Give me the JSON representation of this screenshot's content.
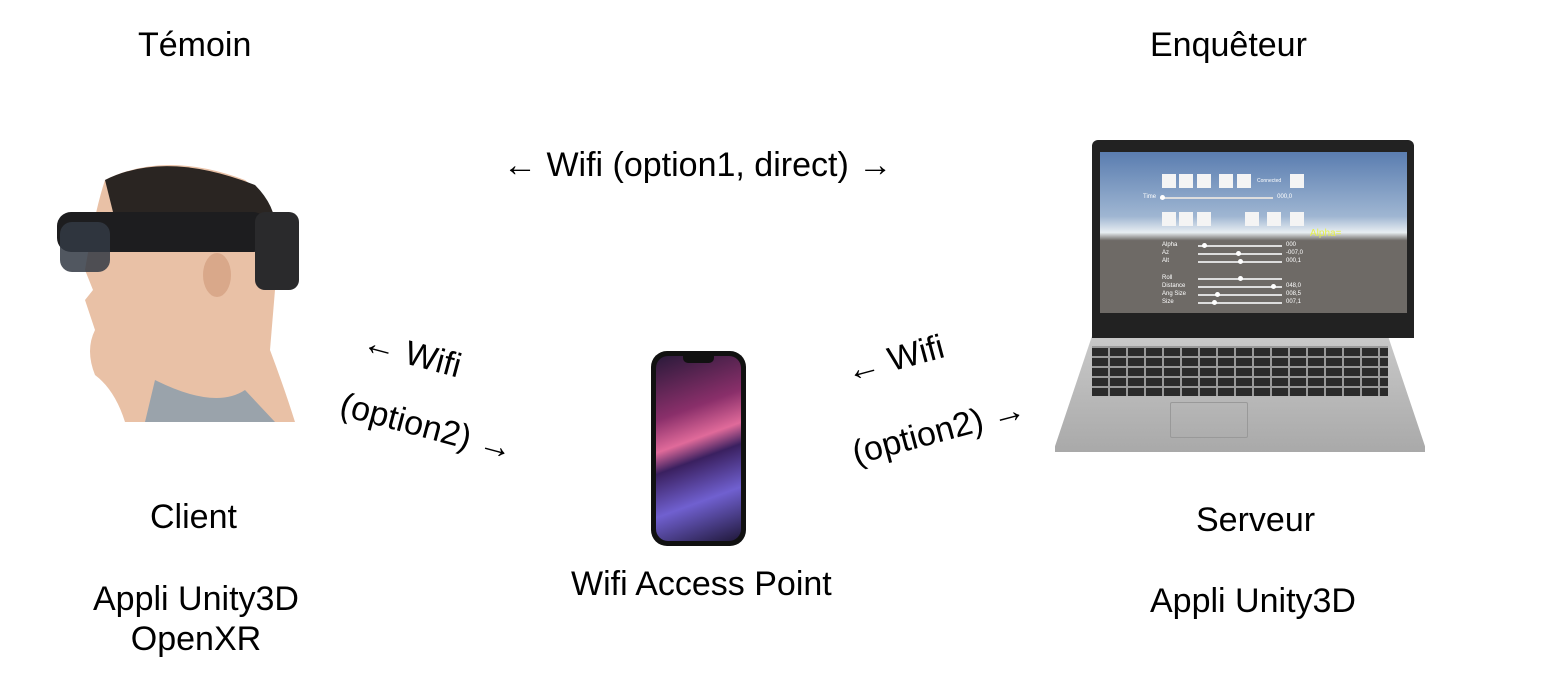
{
  "left": {
    "role": "Témoin",
    "label": "Client",
    "app_line1": "Appli Unity3D",
    "app_line2": "OpenXR"
  },
  "right": {
    "role": "Enquêteur",
    "label": "Serveur",
    "app_line1": "Appli Unity3D"
  },
  "center": {
    "label": "Wifi Access Point"
  },
  "links": {
    "direct": "← Wifi (option1, direct) →",
    "left_line1": "← Wifi",
    "left_line2": "(option2) →",
    "right_line1": "← Wifi",
    "right_line2": "(option2) →"
  },
  "laptop_screen": {
    "time_label": "Time",
    "time_value": "000,0",
    "connected": "Connected",
    "overlay": "Alpha=",
    "sliders": [
      {
        "label": "Alpha",
        "value": "000",
        "pos": 0.05
      },
      {
        "label": "Az",
        "value": "-007,0",
        "pos": 0.48
      },
      {
        "label": "Alt",
        "value": "000,1",
        "pos": 0.5
      },
      {
        "label": "Roll",
        "value": "",
        "pos": 0.5
      },
      {
        "label": "Distance",
        "value": "048,0",
        "pos": 0.93
      },
      {
        "label": "Ang Size",
        "value": "008,5",
        "pos": 0.22
      },
      {
        "label": "Size",
        "value": "007,1",
        "pos": 0.18
      }
    ]
  }
}
